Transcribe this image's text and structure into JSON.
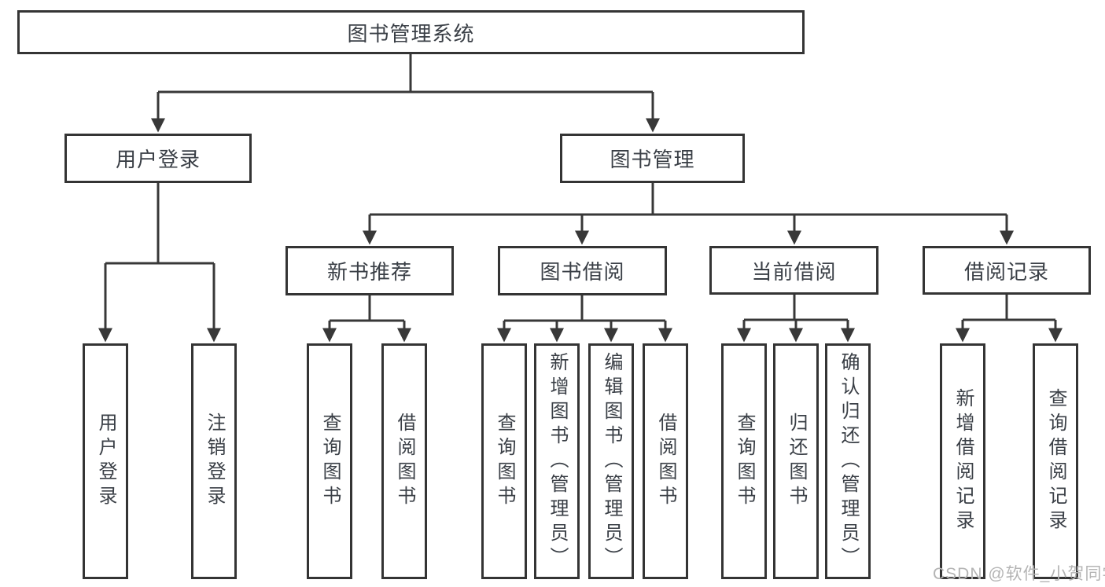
{
  "tree": {
    "root": {
      "label": "图书管理系统"
    },
    "children": [
      {
        "label": "用户登录",
        "children": [
          {
            "label": "用户登录"
          },
          {
            "label": "注销登录"
          }
        ]
      },
      {
        "label": "图书管理",
        "children": [
          {
            "label": "新书推荐",
            "children": [
              {
                "label": "查询图书"
              },
              {
                "label": "借阅图书"
              }
            ]
          },
          {
            "label": "图书借阅",
            "children": [
              {
                "label": "查询图书"
              },
              {
                "label": "新增图书（管理员）"
              },
              {
                "label": "编辑图书（管理员）"
              },
              {
                "label": "借阅图书"
              }
            ]
          },
          {
            "label": "当前借阅",
            "children": [
              {
                "label": "查询图书"
              },
              {
                "label": "归还图书"
              },
              {
                "label": "确认归还（管理员）"
              }
            ]
          },
          {
            "label": "借阅记录",
            "children": [
              {
                "label": "新增借阅记录"
              },
              {
                "label": "查询借阅记录"
              }
            ]
          }
        ]
      }
    ]
  },
  "watermark": {
    "text": "CSDN @软件_小贺同学"
  },
  "colors": {
    "line": "#383838",
    "box_border": "#343434",
    "text": "#3a3f46",
    "watermark": "#b4b4b4",
    "background": "#ffffff"
  }
}
